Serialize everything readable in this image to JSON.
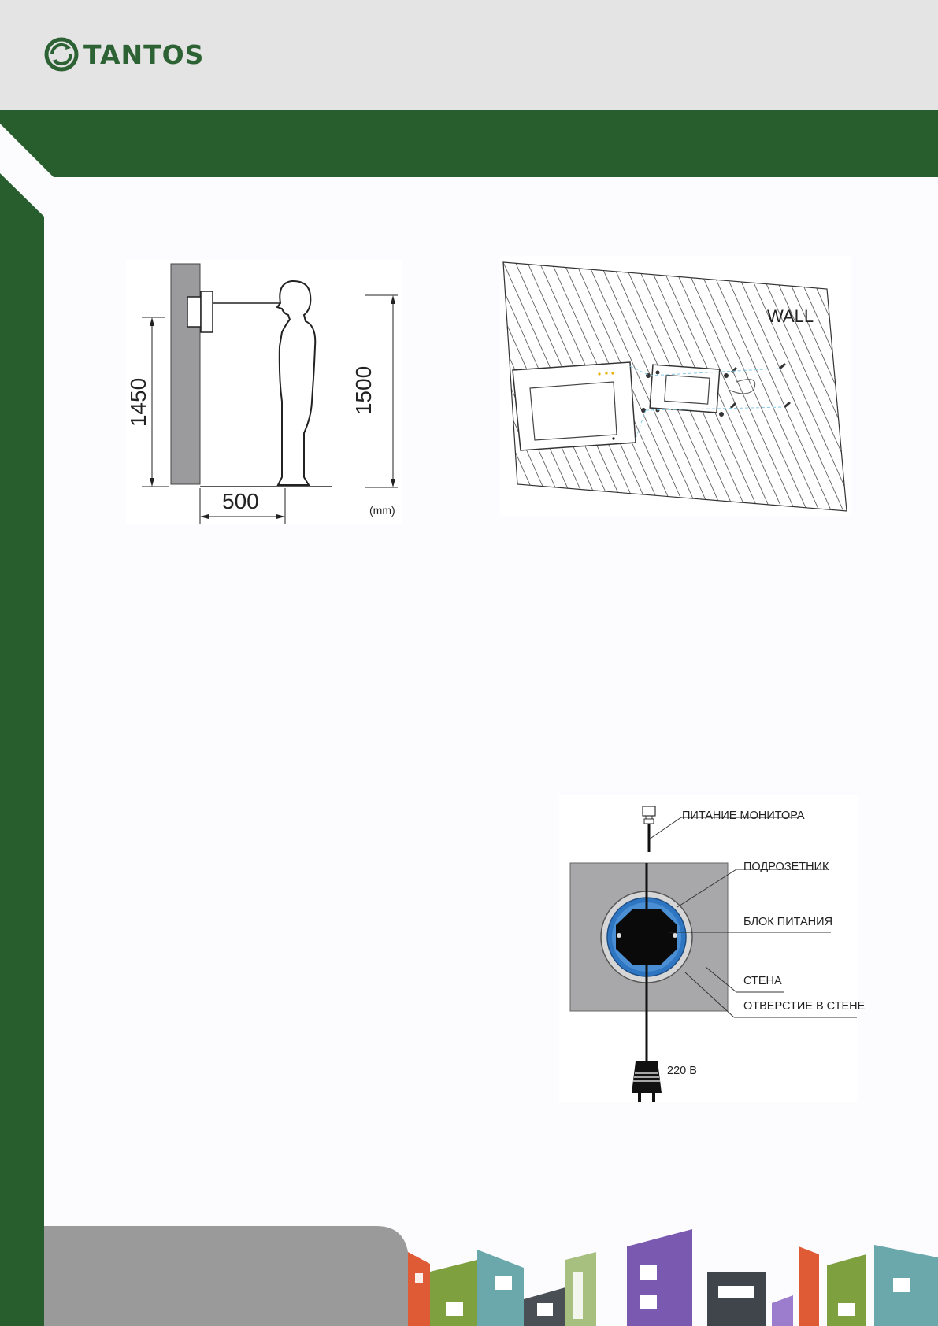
{
  "brand": {
    "name": "TANTOS"
  },
  "colors": {
    "green": "#285d2e",
    "header_bg": "#e4e4e4",
    "wall_gray": "#9b9b9d",
    "box_blue": "#2f76c2"
  },
  "figure_height": {
    "left_height": "1450",
    "right_height": "1500",
    "distance": "500",
    "unit": "(mm)"
  },
  "figure_wall": {
    "wall_label": "WALL"
  },
  "figure_power": {
    "monitor_power": "ПИТАНИЕ МОНИТОРА",
    "backbox": "ПОДРОЗЕТНИК",
    "power_unit": "БЛОК ПИТАНИЯ",
    "wall": "СТЕНА",
    "wall_hole": "ОТВЕРСТИЕ В СТЕНЕ",
    "mains": "220 В"
  }
}
